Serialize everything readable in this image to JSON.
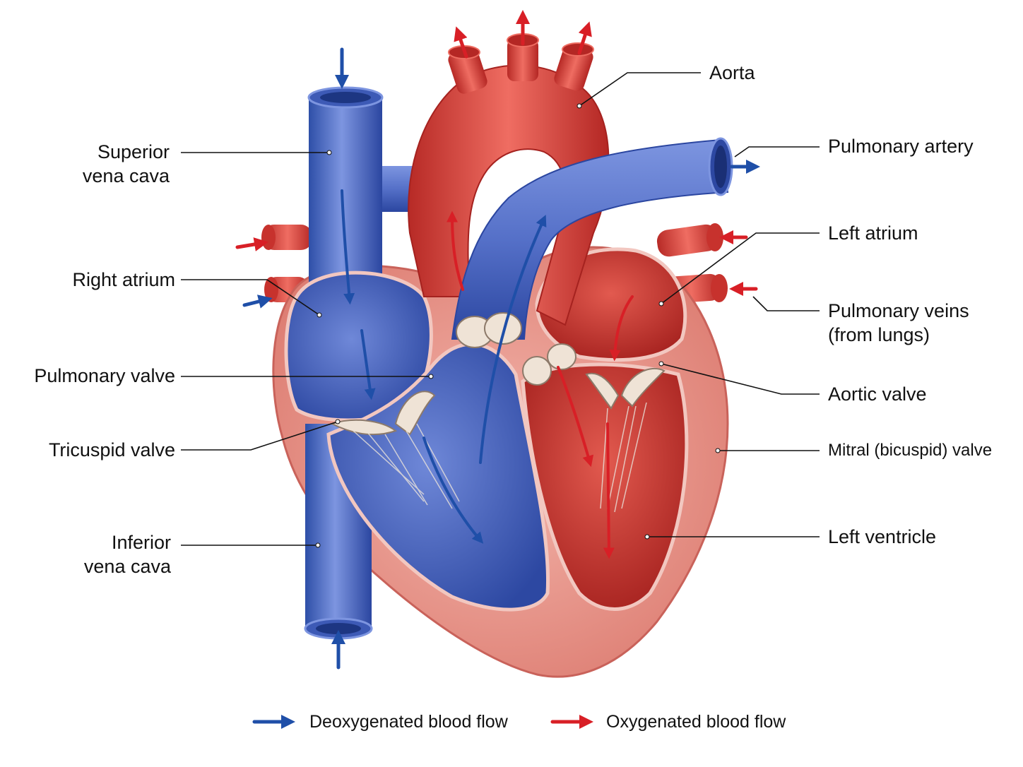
{
  "labels": {
    "superior_vena_cava": [
      "Superior",
      "vena cava"
    ],
    "right_atrium": "Right atrium",
    "pulmonary_valve": "Pulmonary valve",
    "tricuspid_valve": "Tricuspid valve",
    "inferior_vena_cava": [
      "Inferior",
      "vena cava"
    ],
    "aorta": "Aorta",
    "pulmonary_artery": "Pulmonary artery",
    "left_atrium": "Left atrium",
    "pulmonary_veins": [
      "Pulmonary veins",
      "(from lungs)"
    ],
    "aortic_valve": "Aortic valve",
    "mitral_valve": "Mitral (bicuspid) valve",
    "left_ventricle": "Left ventricle"
  },
  "legend": {
    "deoxygenated": "Deoxygenated blood flow",
    "oxygenated": "Oxygenated blood flow"
  },
  "colors": {
    "deoxygenated": "#1f4fa8",
    "oxygenated": "#d81f26",
    "vein_blue": "#4f6fc8",
    "artery_red": "#d8443e",
    "muscle_pink": "#eea49a"
  }
}
